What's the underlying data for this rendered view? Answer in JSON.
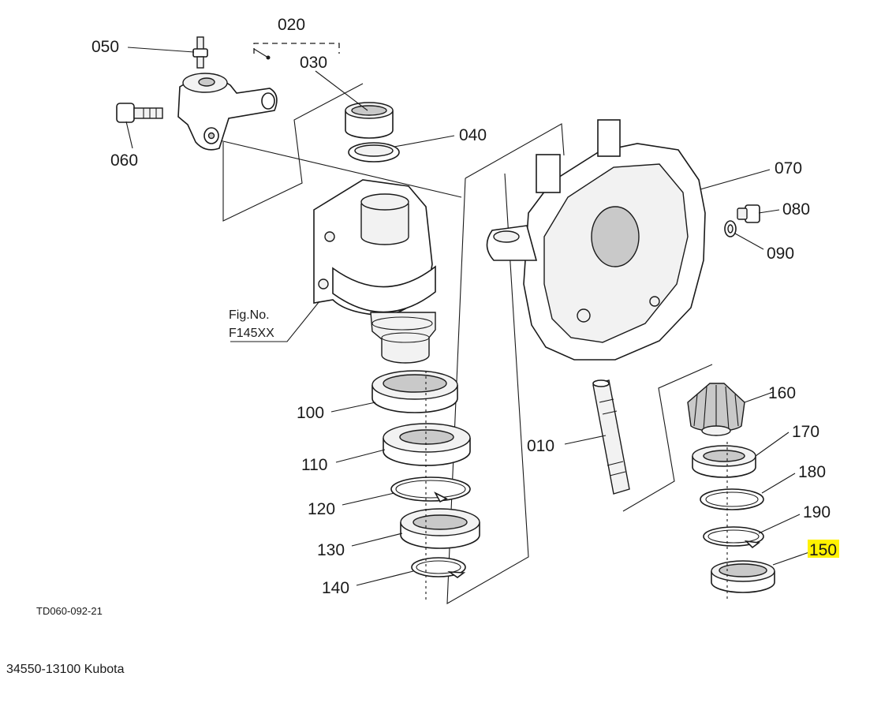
{
  "diagram": {
    "callouts": {
      "p010": "010",
      "p020": "020",
      "p030": "030",
      "p040": "040",
      "p050": "050",
      "p060": "060",
      "p070": "070",
      "p080": "080",
      "p090": "090",
      "p100": "100",
      "p110": "110",
      "p120": "120",
      "p130": "130",
      "p140": "140",
      "p150": "150",
      "p160": "160",
      "p170": "170",
      "p180": "180",
      "p190": "190"
    },
    "highlighted_callout": "150",
    "highlight_color": "#fff200",
    "fig_ref": {
      "line1": "Fig.No.",
      "line2": "F145XX"
    },
    "drawing_code": "TD060-092-21"
  },
  "caption": "34550-13100 Kubota"
}
